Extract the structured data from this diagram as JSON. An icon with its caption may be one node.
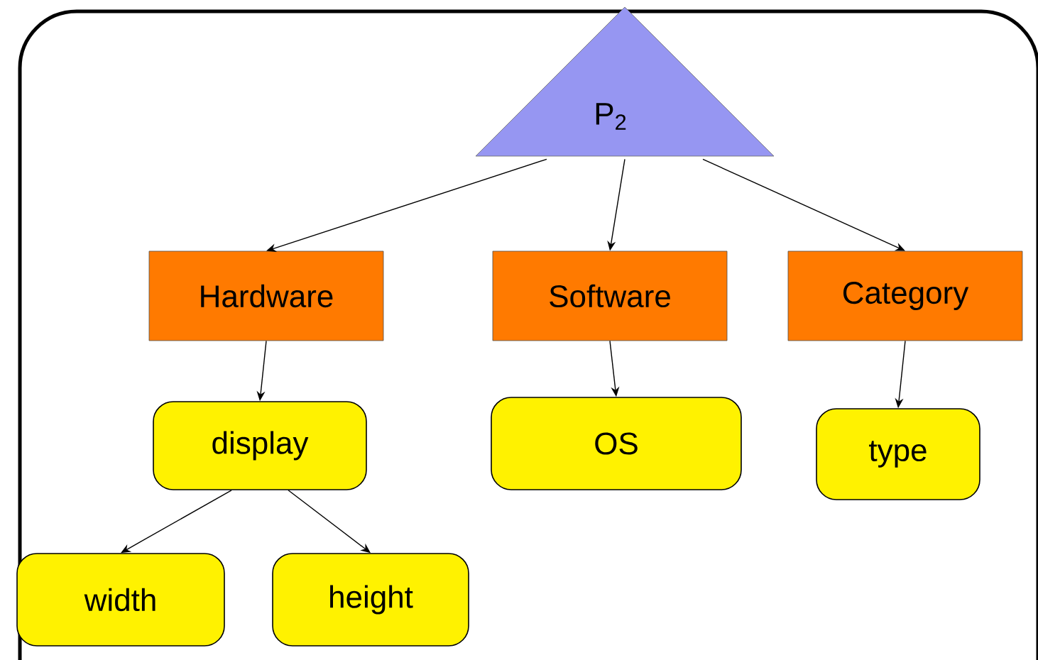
{
  "diagram": {
    "nodes": [
      {
        "text": [
          "P$_{2}$"
        ]
      },
      {
        "text": [
          "Hardware"
        ]
      },
      {
        "text": [
          "Software"
        ]
      },
      {
        "text": [
          "Category"
        ]
      },
      {
        "text": [
          "display"
        ]
      },
      {
        "text": [
          "OS"
        ]
      },
      {
        "text": [
          "type"
        ]
      },
      {
        "text": [
          "width"
        ]
      },
      {
        "text": [
          "height"
        ]
      }
    ],
    "edges": [
      {
        "from": 0,
        "to": 1,
        "arrow": "to"
      },
      {
        "from": 0,
        "to": 2,
        "arrow": "to"
      },
      {
        "from": 0,
        "to": 3,
        "arrow": "to"
      },
      {
        "from": 1,
        "to": 4,
        "arrow": "to"
      },
      {
        "from": 2,
        "to": 5,
        "arrow": "to"
      },
      {
        "from": 3,
        "to": 6,
        "arrow": "to"
      },
      {
        "from": 4,
        "to": 7,
        "arrow": "to"
      },
      {
        "from": 4,
        "to": 8,
        "arrow": "to"
      }
    ]
  }
}
